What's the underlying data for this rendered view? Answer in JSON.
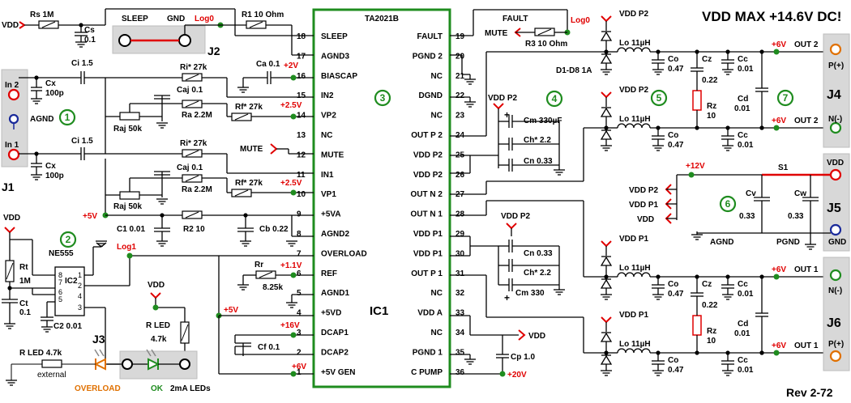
{
  "ic1": {
    "part": "TA2021B",
    "ref": "IC1",
    "left_pins": [
      {
        "n": "18",
        "name": "SLEEP"
      },
      {
        "n": "17",
        "name": "AGND3"
      },
      {
        "n": "16",
        "name": "BIASCAP"
      },
      {
        "n": "15",
        "name": "IN2"
      },
      {
        "n": "14",
        "name": "VP2"
      },
      {
        "n": "13",
        "name": "NC"
      },
      {
        "n": "12",
        "name": "MUTE"
      },
      {
        "n": "11",
        "name": "IN1"
      },
      {
        "n": "10",
        "name": "VP1"
      },
      {
        "n": "9",
        "name": "+5VA"
      },
      {
        "n": "8",
        "name": "AGND2"
      },
      {
        "n": "7",
        "name": "OVERLOAD"
      },
      {
        "n": "6",
        "name": "REF"
      },
      {
        "n": "5",
        "name": "AGND1"
      },
      {
        "n": "4",
        "name": "+5VD"
      },
      {
        "n": "3",
        "name": "DCAP1"
      },
      {
        "n": "2",
        "name": "DCAP2"
      },
      {
        "n": "1",
        "name": "+5V GEN"
      }
    ],
    "right_pins": [
      {
        "n": "19",
        "name": "FAULT"
      },
      {
        "n": "20",
        "name": "PGND 2"
      },
      {
        "n": "21",
        "name": "NC"
      },
      {
        "n": "22",
        "name": "DGND"
      },
      {
        "n": "23",
        "name": "NC"
      },
      {
        "n": "24",
        "name": "OUT P 2"
      },
      {
        "n": "25",
        "name": "VDD P2"
      },
      {
        "n": "26",
        "name": "VDD P2"
      },
      {
        "n": "27",
        "name": "OUT N 2"
      },
      {
        "n": "28",
        "name": "OUT N 1"
      },
      {
        "n": "29",
        "name": "VDD P1"
      },
      {
        "n": "30",
        "name": "VDD P1"
      },
      {
        "n": "31",
        "name": "OUT P 1"
      },
      {
        "n": "32",
        "name": "NC"
      },
      {
        "n": "33",
        "name": "VDD A"
      },
      {
        "n": "34",
        "name": "NC"
      },
      {
        "n": "35",
        "name": "PGND 1"
      },
      {
        "n": "36",
        "name": "C PUMP"
      }
    ]
  },
  "title": "VDD  MAX +14.6V DC!",
  "revision": "Rev  2-72",
  "connectors": {
    "j1": "J1",
    "j2": "J2",
    "j3": "J3",
    "j4": "J4",
    "j5": "J5",
    "j6": "J6",
    "in2": "In 2",
    "in1": "In 1",
    "agnd": "AGND",
    "sleep": "SLEEP",
    "gnd": "GND",
    "p_plus": "P(+)",
    "n_minus": "N(-)",
    "vdd": "VDD",
    "gnd_blue": "GND"
  },
  "labels": {
    "vdd": "VDD",
    "vdd_p2": "VDD P2",
    "vdd_p1": "VDD P1",
    "rs": "Rs 1M",
    "cs": "Cs",
    "cs_val": "0.1",
    "r1": "R1 10 Ohm",
    "log0": "Log0",
    "log1": "Log1",
    "fault": "FAULT",
    "mute": "MUTE",
    "r3": "R3  10 Ohm",
    "ci": "Ci 1.5",
    "cx": "Cx",
    "cx_val": "100p",
    "ri": "Ri* 27k",
    "caj": "Caj  0.1",
    "ra": "Ra 2.2M",
    "rf": "Rf* 27k",
    "raj": "Raj 50k",
    "ca": "Ca 0.1",
    "plus2v": "+2V",
    "plus25v": "+2.5V",
    "plus5v": "+5V",
    "plus11v": "+1.1V",
    "plus16v": "+16V",
    "plus6v": "+6V",
    "plus20v": "+20V",
    "plus12v": "+12V",
    "c1": "C1 0.01",
    "r2": "R2 10",
    "cb": "Cb 0.22",
    "rr": "Rr",
    "rr_val": "8.25k",
    "cf": "Cf 0.1",
    "ne555": "NE555",
    "ic2": "IC2",
    "rt": "Rt",
    "rt_val": "1M",
    "ct": "Ct",
    "ct_val": "0.1",
    "c2": "C2 0.01",
    "rled": "R LED",
    "rled_val": "4.7k",
    "rled_ext": "R LED 4.7k",
    "external": "external",
    "overload": "OVERLOAD",
    "ok": "OK",
    "leds": "2mA LEDs",
    "cm330uf": "Cm 330µF",
    "ch22": "Ch* 2.2",
    "cn033": "Cn 0.33",
    "cm330": "Cm 330",
    "lo": "Lo  11µH",
    "co": "Co",
    "co_val": "0.47",
    "cz": "Cz",
    "cz_val": "0.22",
    "cc": "Cc",
    "cc_val": "0.01",
    "rz": "Rz",
    "rz_val": "10",
    "cd": "Cd",
    "cd_val": "0.01",
    "diodes": "D1-D8 1A",
    "out2": "OUT 2",
    "out1": "OUT 1",
    "s1": "S1",
    "cv": "Cv",
    "cv_val": "0.33",
    "cw": "Cw",
    "cw_val": "0.33",
    "pgnd": "PGND",
    "vdd_p1_arrow": "VDD P1",
    "vdd_p2_arrow": "VDD P2",
    "vdd_arrow": "VDD",
    "vdda": "VDD",
    "cp": "Cp 1.0"
  },
  "blocks": [
    "1",
    "2",
    "3",
    "4",
    "5",
    "6",
    "7"
  ],
  "colors": {
    "ic_outline": "#1f8c1f",
    "label_red": "#e00000",
    "label_green": "#1f8c1f",
    "connector_orange": "#e07000",
    "connector_blue": "#1a2a9a"
  }
}
